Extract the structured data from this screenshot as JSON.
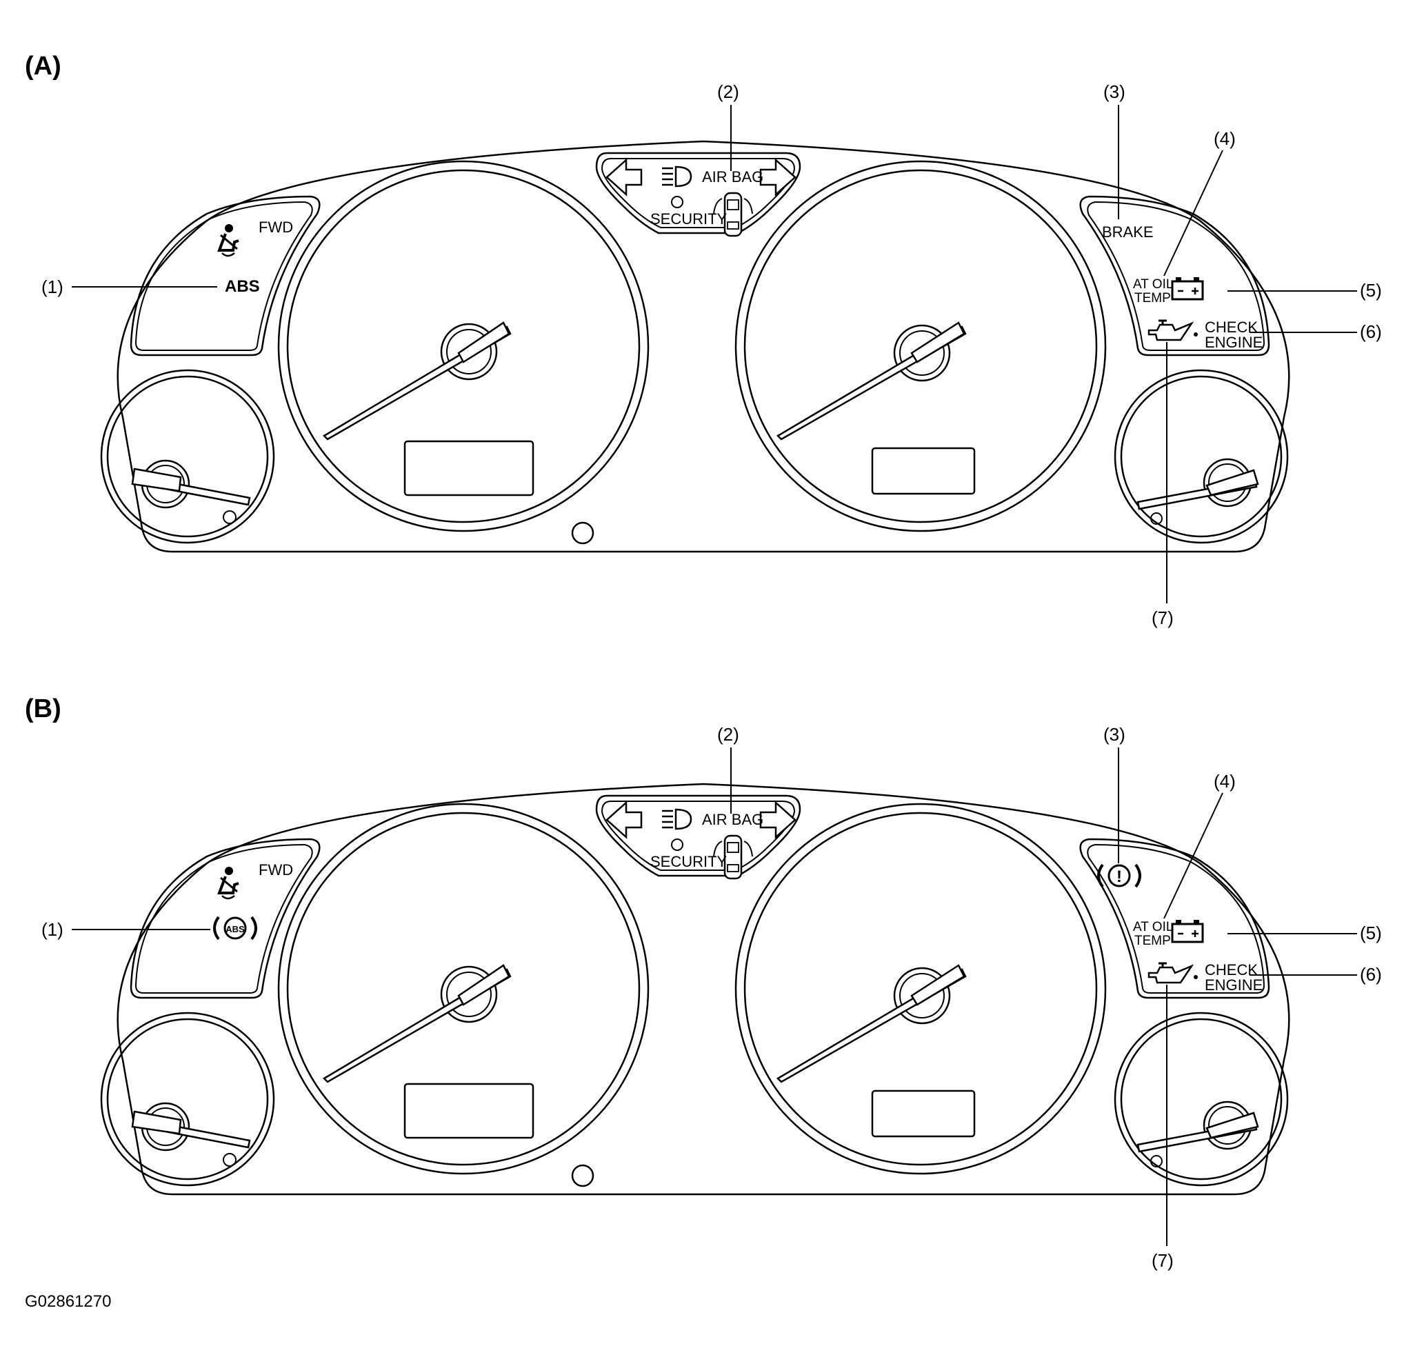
{
  "figure_ref": "G02861270",
  "callouts": [
    "(1)",
    "(2)",
    "(3)",
    "(4)",
    "(5)",
    "(6)",
    "(7)"
  ],
  "panels": [
    {
      "id": "A",
      "label": "(A)",
      "fwd": "FWD",
      "abs": "ABS",
      "airbag": "AIR BAG",
      "security": "SECURITY",
      "brake": "BRAKE",
      "at_oil_1": "AT OIL",
      "at_oil_2": "TEMP",
      "check_1": "CHECK",
      "check_2": "ENGINE"
    },
    {
      "id": "B",
      "label": "(B)",
      "fwd": "FWD",
      "abs": "ABS",
      "airbag": "AIR BAG",
      "security": "SECURITY",
      "brake": "!",
      "at_oil_1": "AT OIL",
      "at_oil_2": "TEMP",
      "check_1": "CHECK",
      "check_2": "ENGINE"
    }
  ]
}
